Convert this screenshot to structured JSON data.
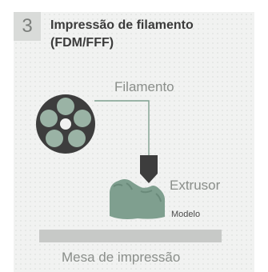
{
  "step": {
    "number": "3"
  },
  "title": {
    "line1": "Impressão de filamento",
    "line2": "(FDM/FFF)"
  },
  "labels": {
    "filament": "Filamento",
    "extruder": "Extrusor",
    "model": "Modelo",
    "bed": "Mesa de impressão"
  },
  "colors": {
    "card_bg": "#f1f2f1",
    "badge_bg": "#d9dbd9",
    "spool": "#3d3d3d",
    "model": "#7f9f8f",
    "filament_line": "#7f9f8f",
    "bed": "#c7c9c7"
  }
}
